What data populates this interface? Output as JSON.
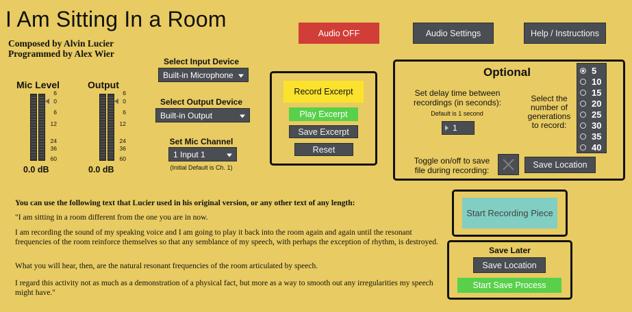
{
  "header": {
    "title": "I Am Sitting In a Room",
    "composer": "Composed by Alvin Lucier",
    "programmer": "Programmed by Alex Wier"
  },
  "top_buttons": {
    "audio_off": "Audio OFF",
    "audio_settings": "Audio Settings",
    "help": "Help / Instructions"
  },
  "meters": {
    "mic_title": "Mic Level",
    "output_title": "Output",
    "ticks": [
      "6",
      "0",
      "6",
      "12",
      "24",
      "36",
      "60"
    ],
    "mic_db": "0.0 dB",
    "output_db": "0.0 dB"
  },
  "devices": {
    "input_label": "Select Input Device",
    "input_value": "Built-in Microphone",
    "output_label": "Select Output Device",
    "output_value": "Built-in Output",
    "channel_label": "Set Mic Channel",
    "channel_value": "1 Input 1",
    "channel_note": "(Initial Default is Ch. 1)"
  },
  "excerpt": {
    "record": "Record Excerpt",
    "play": "Play Excerpt",
    "save": "Save Excerpt",
    "reset": "Reset"
  },
  "optional": {
    "title": "Optional",
    "delay_label": "Set delay time between recordings (in seconds):",
    "delay_default": "Default is 1 second",
    "delay_value": "1",
    "generations_label": "Select the number of generations to record:",
    "generations": [
      "5",
      "10",
      "15",
      "20",
      "25",
      "30",
      "35",
      "40"
    ],
    "generations_selected": "5",
    "toggle_label": "Toggle on/off to save file during recording:",
    "save_location": "Save Location"
  },
  "start_recording": "Start Recording Piece",
  "save_later": {
    "title": "Save Later",
    "save_location": "Save Location",
    "start_save": "Start Save Process"
  },
  "text": {
    "intro": "You can use the following text that Lucier used in his original version, or any other text of any length:",
    "p1": "\"I am sitting in a room different from the one you are in now.",
    "p2": "I am recording the sound of my speaking voice and I am going to play it back into the room again and again until the resonant frequencies of the room reinforce themselves so that any semblance of my speech, with perhaps the exception of rhythm, is destroyed.",
    "p3": "What you will hear, then, are the natural resonant frequencies of the room articulated by speech.",
    "p4": "I regard this activity not as much as a demonstration of a physical fact, but more as a way to smooth out any irregularities my speech might have.\""
  },
  "colors": {
    "background": "#e8cb62",
    "audio_off": "#d13d37",
    "record_excerpt": "#fbe32d",
    "play_excerpt": "#58d04b",
    "start_recording": "#80cfc2",
    "start_save": "#58d04b"
  }
}
